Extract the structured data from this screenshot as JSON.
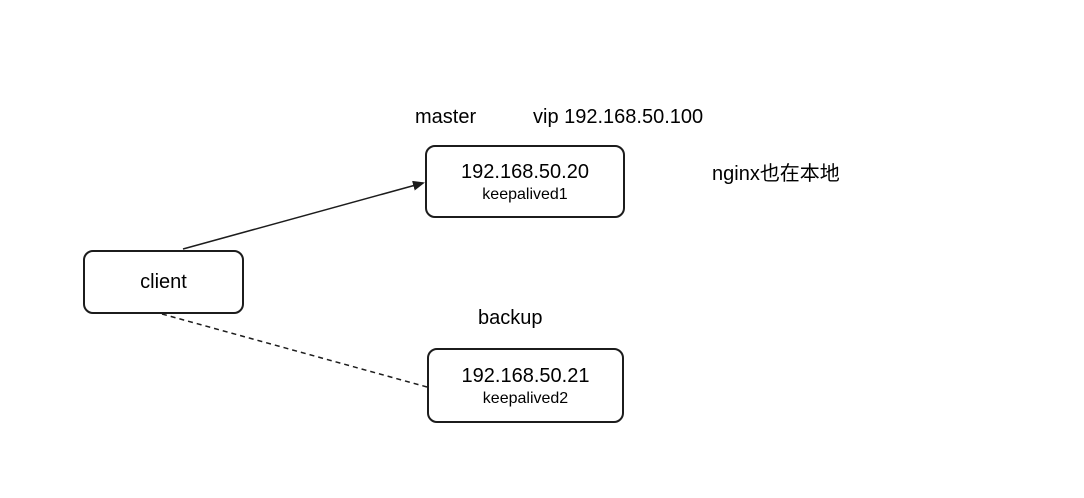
{
  "diagram": {
    "title_labels": {
      "master_role": "master",
      "vip": "vip 192.168.50.100",
      "backup_role": "backup",
      "nginx_note": "nginx也在本地"
    },
    "nodes": {
      "client": {
        "label": "client"
      },
      "master": {
        "ip": "192.168.50.20",
        "service": "keepalived1"
      },
      "backup": {
        "ip": "192.168.50.21",
        "service": "keepalived2"
      }
    },
    "edges": [
      {
        "from": "client",
        "to": "master",
        "style": "solid",
        "arrowhead": true
      },
      {
        "from": "client",
        "to": "backup",
        "style": "dashed",
        "arrowhead": false
      }
    ],
    "colors": {
      "stroke": "#1c1c1c",
      "background": "#ffffff",
      "text": "#000000"
    }
  }
}
